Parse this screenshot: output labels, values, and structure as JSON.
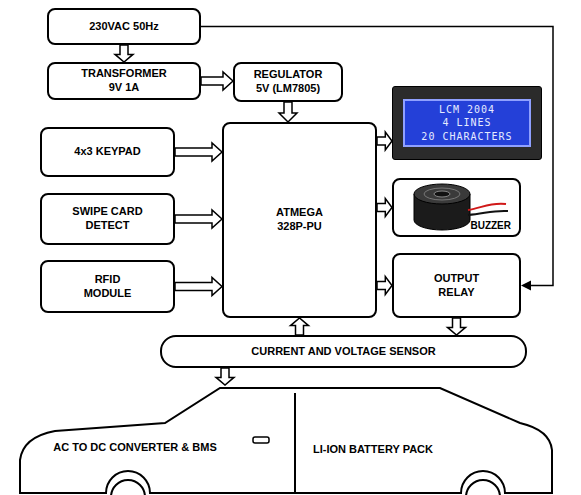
{
  "diagram": {
    "nodes": [
      {
        "text": [
          "230VAC 50Hz"
        ]
      },
      {
        "text": [
          "TRANSFORMER 9V 1A"
        ]
      },
      {
        "text": [
          "REGULATOR 5V (LM7805)"
        ]
      },
      {
        "text": [
          "4x3 KEYPAD"
        ]
      },
      {
        "text": [
          "ATMEGA 328P-PU"
        ]
      },
      {
        "text": [
          "LCM 2004",
          "4 LINES",
          "20 CHARACTERS"
        ]
      },
      {
        "text": [
          "SWIPE CARD DETECT"
        ]
      },
      {
        "text": [
          "BUZZER"
        ]
      },
      {
        "text": [
          "RFID MODULE"
        ]
      },
      {
        "text": [
          "OUTPUT RELAY"
        ]
      },
      {
        "text": [
          "CURRENT AND VOLTAGE SENSOR"
        ]
      },
      {
        "text": [
          "AC TO DC CONVERTER & BMS",
          "LI-ION BATTERY PACK"
        ]
      }
    ],
    "edges": [
      {
        "from": 0,
        "to": 1,
        "arrow": "to"
      },
      {
        "from": 1,
        "to": 2,
        "arrow": "to"
      },
      {
        "from": 2,
        "to": 4,
        "arrow": "to"
      },
      {
        "from": 3,
        "to": 4,
        "arrow": "to"
      },
      {
        "from": 6,
        "to": 4,
        "arrow": "to"
      },
      {
        "from": 8,
        "to": 4,
        "arrow": "to"
      },
      {
        "from": 4,
        "to": 5,
        "arrow": "to"
      },
      {
        "from": 4,
        "to": 7,
        "arrow": "to"
      },
      {
        "from": 4,
        "to": 9,
        "arrow": "to"
      },
      {
        "from": 0,
        "to": 9,
        "arrow": "to"
      },
      {
        "from": 9,
        "to": 10,
        "arrow": "to"
      },
      {
        "from": 10,
        "to": 4,
        "arrow": "to"
      },
      {
        "from": 10,
        "to": 11,
        "arrow": "to"
      }
    ]
  }
}
